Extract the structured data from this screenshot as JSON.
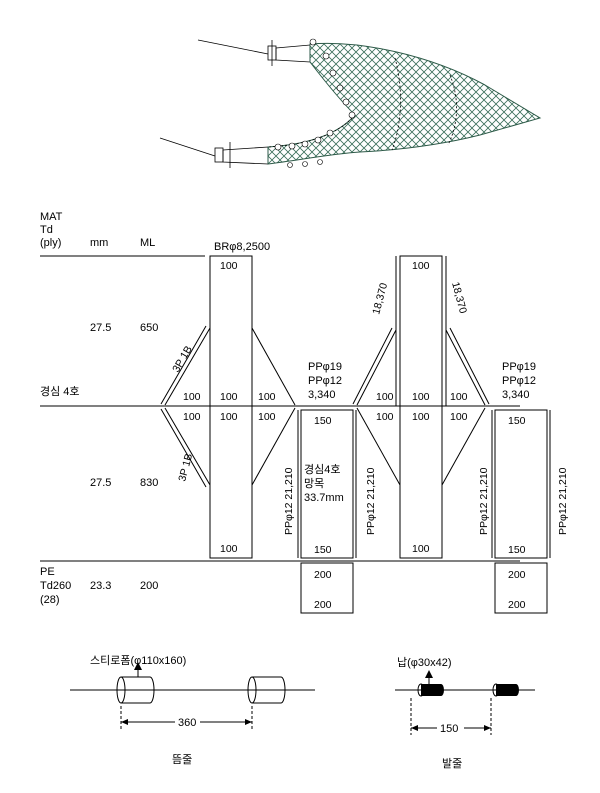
{
  "header": {
    "mat": "MAT",
    "td": "Td",
    "ply": "(ply)",
    "mm": "mm",
    "ml": "ML"
  },
  "rows": {
    "wing": {
      "mm": "27.5",
      "ml": "650"
    },
    "body": {
      "mm": "27.5",
      "ml": "830"
    },
    "cod": {
      "mat1": "PE",
      "mat2": "Td260",
      "mat3": "(28)",
      "mm": "23.3",
      "ml": "200"
    }
  },
  "labels": {
    "material": "경심 4호",
    "headrope_top": "BRφ8,2500",
    "rope_3p1b": "3P 1B",
    "ppd19": "PPφ19",
    "ppd12": "PPφ12",
    "len_3340": "3,340",
    "len_18370": "18,370",
    "pp_side": "PPφ12  21,210",
    "mesh1": "경심4호",
    "mesh2": "망목",
    "mesh3": "33.7mm",
    "n100": "100",
    "n150": "150",
    "n200": "200"
  },
  "float": {
    "label": "스티로폼(φ110x160)",
    "spacing": "360",
    "caption": "뜸줄"
  },
  "sinker": {
    "label": "납(φ30x42)",
    "spacing": "150",
    "caption": "발줄"
  }
}
